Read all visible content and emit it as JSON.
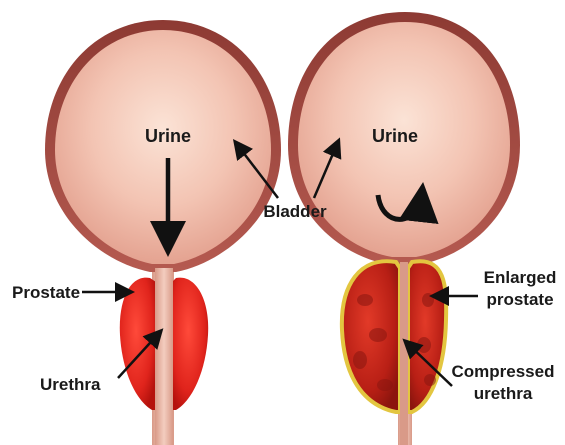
{
  "labels": {
    "urine_left": "Urine",
    "urine_right": "Urine",
    "bladder": "Bladder",
    "prostate": "Prostate",
    "urethra": "Urethra",
    "enlarged_line1": "Enlarged",
    "enlarged_line2": "prostate",
    "compressed_line1": "Compressed",
    "compressed_line2": "urethra"
  },
  "colors": {
    "bladder_wall": "#a0453f",
    "bladder_inner": "#f3c7b9",
    "urethra_tube": "#e9b5a4",
    "prostate_normal": "#e0241c",
    "prostate_enlarged": "#c8231a",
    "prostate_enlarged_rim": "#e3c640",
    "arrow": "#111111"
  },
  "icons": {
    "flow_arrow": "down-arrow-icon",
    "retention_arrow": "curved-arrow-icon"
  }
}
